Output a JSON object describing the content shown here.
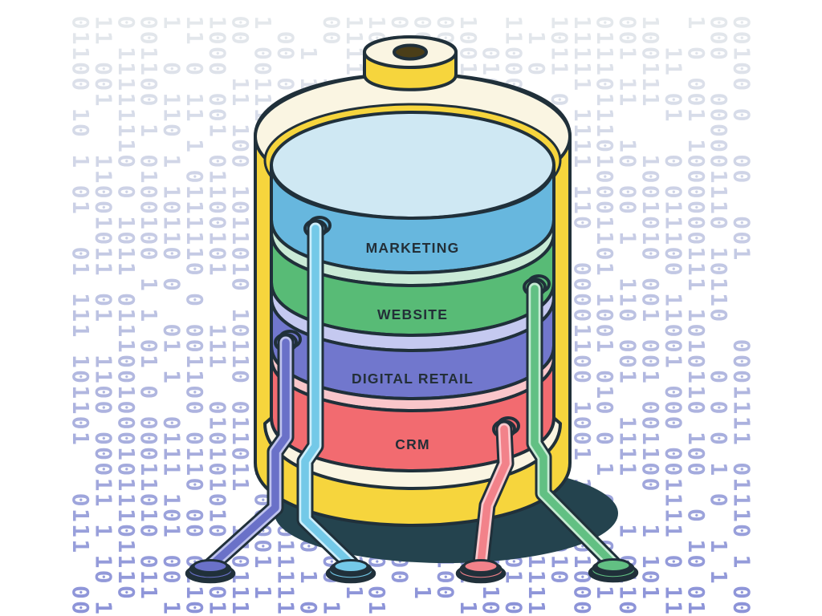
{
  "page": {
    "background": "#ffffff"
  },
  "illustration": {
    "name": "data-silo-barrel"
  },
  "layers": [
    {
      "label": "MARKETING",
      "color": "#67b7de",
      "rim_above": null
    },
    {
      "label": "WEBSITE",
      "color": "#58bb76",
      "rim_above": "#c9ead6"
    },
    {
      "label": "DIGITAL RETAIL",
      "color": "#7177cd",
      "rim_above": "#c5c9f0"
    },
    {
      "label": "CRM",
      "color": "#f26b70",
      "rim_above": "#f9c6ca"
    }
  ],
  "cables": [
    {
      "name": "marketing-cable",
      "color": "#74c9e8",
      "highlight": "#cceefb"
    },
    {
      "name": "website-cable",
      "color": "#62c083",
      "highlight": "#c6ebd3"
    },
    {
      "name": "digital-retail-cable",
      "color": "#6a71c8",
      "highlight": "#bfc3ee"
    },
    {
      "name": "crm-cable",
      "color": "#f2828a",
      "highlight": "#fac9cd"
    }
  ],
  "barrel": {
    "shell_color": "#f6d53d",
    "rim_color": "#faf5e2",
    "top_disc_color": "#cfe8f3",
    "outline_color": "#20303a",
    "cap_hole_color": "#4b3e18",
    "shadow_color": "#24434e",
    "label_color": "#232f38"
  },
  "background_pattern": {
    "digits": [
      "1",
      "0"
    ],
    "color_top": "#e4e8ec",
    "color_middle": "#bcc2e2",
    "color_bottom": "#8d94d8"
  }
}
